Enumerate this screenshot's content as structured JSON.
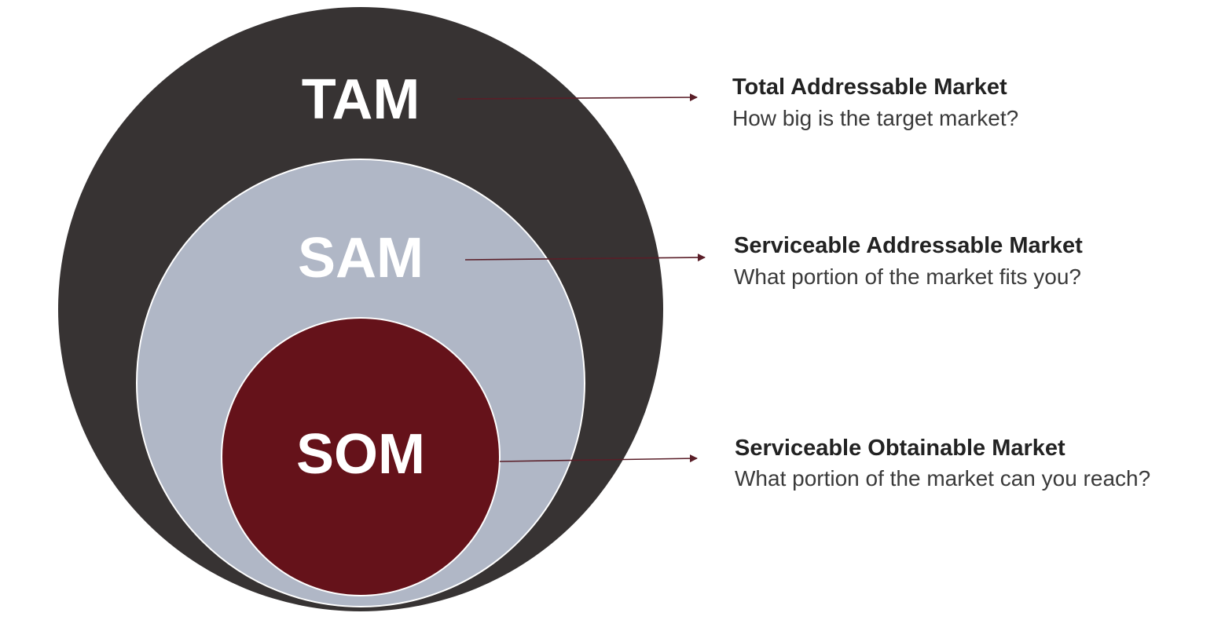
{
  "colors": {
    "tam_fill": "#373333",
    "sam_fill": "#b0b7c6",
    "som_fill": "#65121a",
    "circle_outline": "#ffffff",
    "abbr_text": "#ffffff",
    "arrow": "#5a1e28"
  },
  "levels": [
    {
      "key": "tam",
      "abbr": "TAM",
      "title": "Total Addressable Market",
      "description": "How big is the target market?"
    },
    {
      "key": "sam",
      "abbr": "SAM",
      "title": "Serviceable Addressable Market",
      "description": "What portion of the market fits you?"
    },
    {
      "key": "som",
      "abbr": "SOM",
      "title": "Serviceable Obtainable Market",
      "description": "What portion of the market can you reach?"
    }
  ]
}
